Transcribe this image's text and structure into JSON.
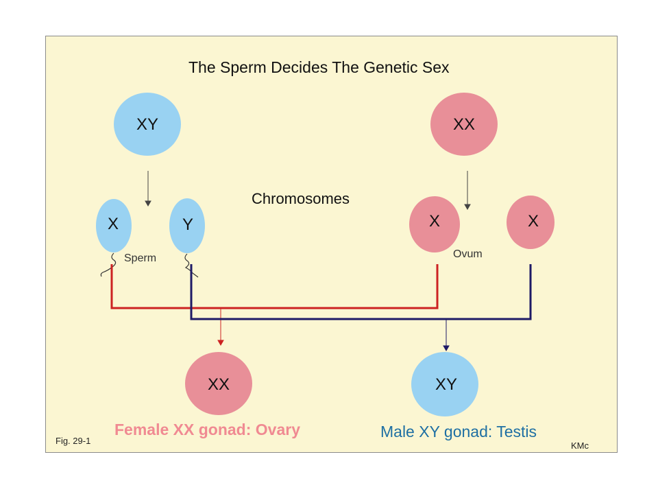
{
  "title": "The Sperm Decides The Genetic Sex",
  "center_label": "Chromosomes",
  "male_parent": {
    "label": "XY"
  },
  "female_parent": {
    "label": "XX"
  },
  "sperm": [
    {
      "label": "X"
    },
    {
      "label": "Y"
    }
  ],
  "sperm_label": "Sperm",
  "ova": [
    {
      "label": "X"
    },
    {
      "label": "X"
    }
  ],
  "ovum_label": "Ovum",
  "offspring": [
    {
      "label": "XX"
    },
    {
      "label": "XY"
    }
  ],
  "female_caption": "Female  XX gonad: Ovary",
  "male_caption": "Male XY gonad: Testis",
  "figure_id": "Fig. 29-1",
  "credit": "KMc",
  "colors": {
    "background": "#fbf6d2",
    "male_fill": "#99d2f2",
    "female_fill": "#e88f98",
    "red_line": "#cc2222",
    "navy_line": "#1e1a66",
    "female_caption": "#f08a92",
    "male_caption": "#1e6fa3"
  }
}
